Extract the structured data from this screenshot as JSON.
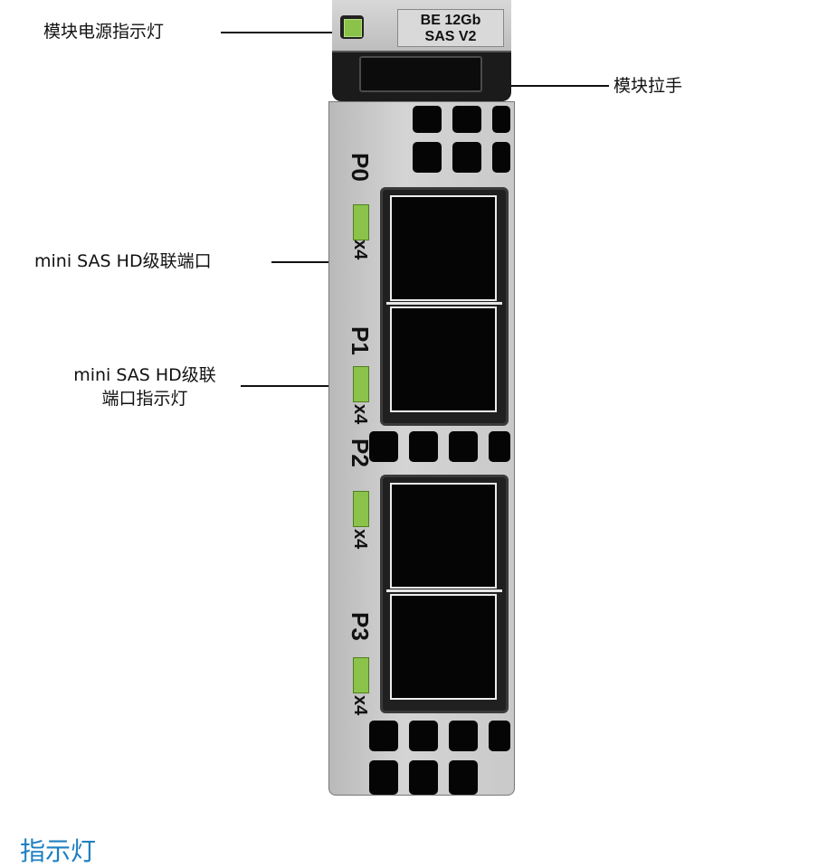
{
  "callouts": {
    "power_led": "模块电源指示灯",
    "handle": "模块拉手",
    "cascade_port": "mini SAS HD级联端口",
    "port_led_line1": "mini SAS HD级联",
    "port_led_line2": "端口指示灯"
  },
  "module": {
    "model_line1": "BE 12Gb",
    "model_line2": "SAS V2",
    "ports": [
      {
        "name": "P0",
        "width": "x4"
      },
      {
        "name": "P1",
        "width": "x4"
      },
      {
        "name": "P2",
        "width": "x4"
      },
      {
        "name": "P3",
        "width": "x4"
      }
    ]
  },
  "section_title": "指示灯",
  "colors": {
    "led": "#8bc34a",
    "title": "#1d7fc1"
  }
}
